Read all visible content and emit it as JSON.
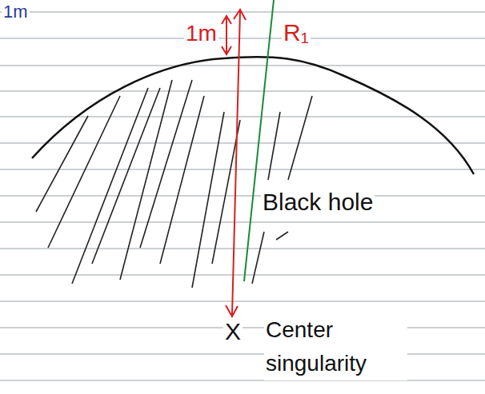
{
  "diagram": {
    "labels": [
      "1m",
      "1m",
      "R₁",
      "Black hole",
      "X",
      "Center singularity"
    ]
  }
}
